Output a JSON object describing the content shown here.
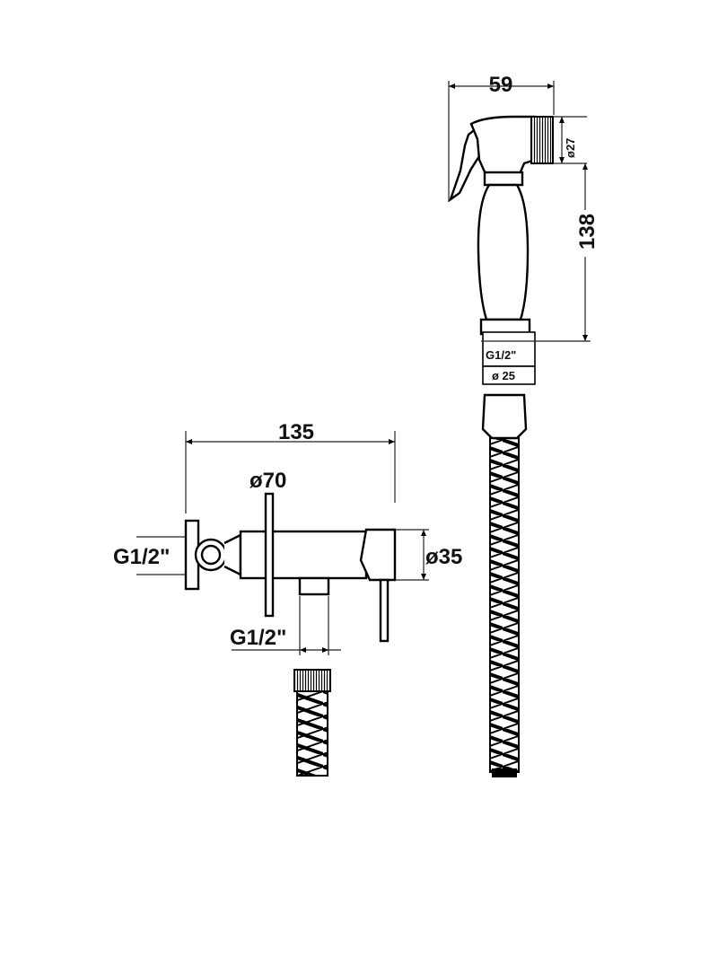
{
  "dimensions": {
    "sprayer_width": "59",
    "sprayer_head_diameter": "ø27",
    "sprayer_length": "138",
    "sprayer_thread": "G1/2\"",
    "sprayer_base_diameter": "ø 25",
    "valve_length": "135",
    "flange_diameter": "ø70",
    "valve_body_diameter": "ø35",
    "inlet_thread_left": "G1/2\"",
    "outlet_thread_bottom": "G1/2\""
  },
  "colors": {
    "line": "#000000",
    "background": "#ffffff"
  }
}
